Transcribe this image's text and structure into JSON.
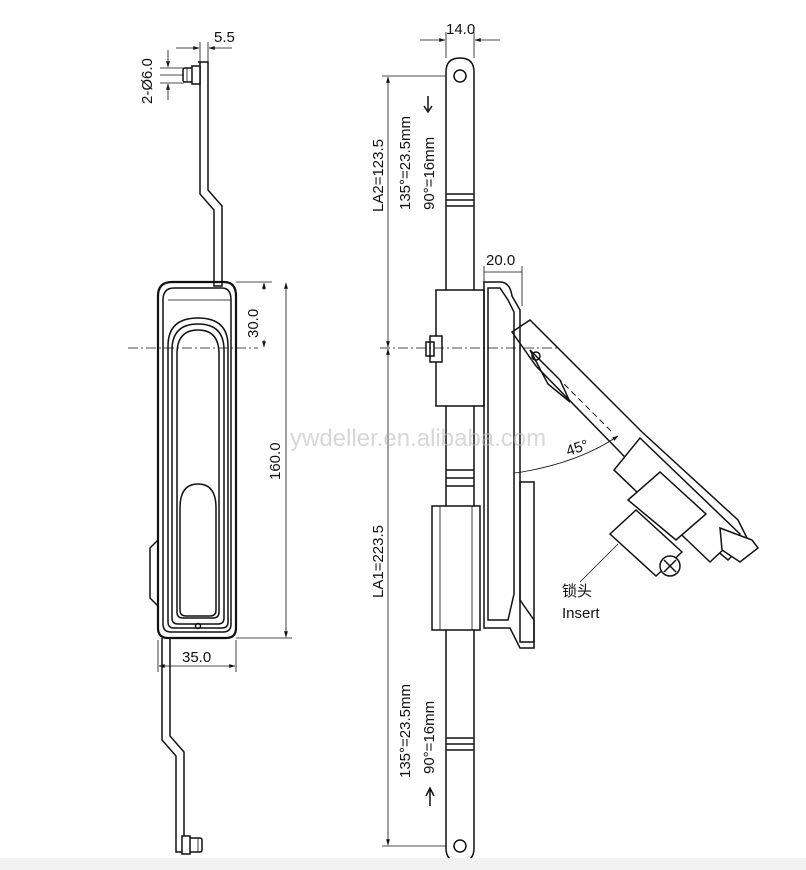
{
  "watermark": "ywdeller.en.alibaba.com",
  "front_view": {
    "hole_dim": "2-Ø6.0",
    "top_offset": "5.5",
    "dim_30": "30.0",
    "dim_160": "160.0",
    "dim_35": "35.0"
  },
  "side_view": {
    "rod_width": "14.0",
    "la2": "LA2=123.5",
    "la1": "LA1=223.5",
    "stroke_135_top": "135°=23.5mm",
    "stroke_90_top": "90°=16mm",
    "stroke_135_bottom": "135°=23.5mm",
    "stroke_90_bottom": "90°=16mm",
    "depth": "20.0",
    "angle": "45°",
    "insert_cn": "锁头",
    "insert_en": "Insert"
  }
}
